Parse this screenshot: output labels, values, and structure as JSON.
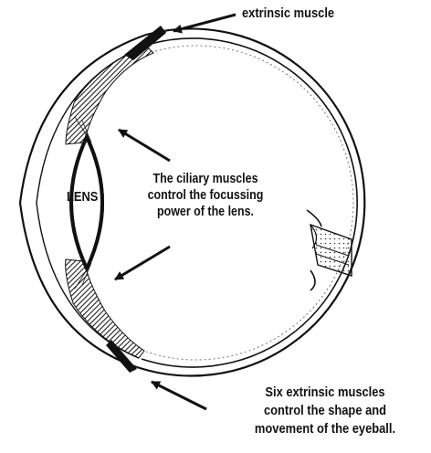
{
  "labels": {
    "extrinsic_muscle": "extrinsic muscle",
    "lens": "LENS",
    "ciliary_lines": [
      "The ciliary muscles",
      "control the focussing",
      "power of the lens."
    ],
    "six_extrinsic_lines": [
      "Six extrinsic muscles",
      "control the shape and",
      "movement of the eyeball."
    ]
  },
  "colors": {
    "ink": "#111111",
    "background": "#ffffff"
  }
}
